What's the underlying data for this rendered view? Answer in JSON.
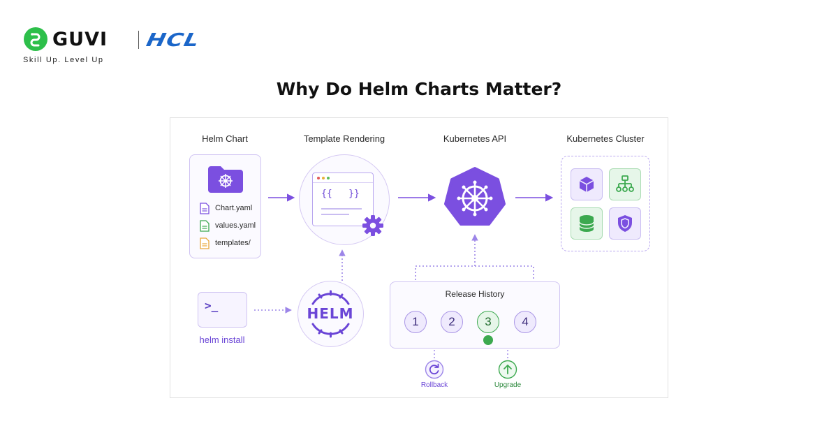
{
  "brand": {
    "name": "GUVI",
    "partner": "HCL",
    "tagline": "Skill Up. Level Up"
  },
  "title": "Why Do Helm Charts Matter?",
  "columns": {
    "helm_chart": "Helm Chart",
    "template_rendering": "Template Rendering",
    "kubernetes_api": "Kubernetes API",
    "kubernetes_cluster": "Kubernetes Cluster"
  },
  "helm_chart": {
    "files": [
      "Chart.yaml",
      "values.yaml",
      "templates/"
    ]
  },
  "template": {
    "code": "{{   }}"
  },
  "command": {
    "prompt": ">_",
    "label": "helm install"
  },
  "helm_logo": {
    "text": "HELM"
  },
  "release_history": {
    "title": "Release History",
    "versions": [
      "1",
      "2",
      "3",
      "4"
    ],
    "current": "3"
  },
  "actions": {
    "rollback": "Rollback",
    "upgrade": "Upgrade"
  },
  "colors": {
    "primary_purple": "#7b4fe0",
    "light_purple": "#cfc3f2",
    "green": "#3ca94f",
    "brand_green": "#2dbf4a",
    "hcl_blue": "#1b66c9"
  }
}
